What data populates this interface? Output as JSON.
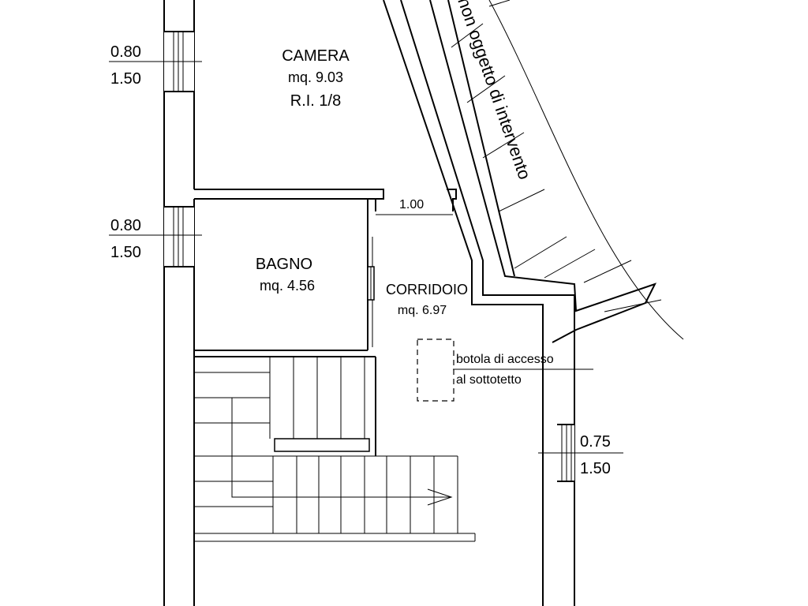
{
  "rooms": {
    "camera": {
      "name": "CAMERA",
      "area": "mq. 9.03",
      "ratio": "R.I. 1/8"
    },
    "bagno": {
      "name": "BAGNO",
      "area": "mq. 4.56"
    },
    "corridoio": {
      "name": "CORRIDOIO",
      "area": "mq. 6.97"
    }
  },
  "windows": {
    "w1": {
      "width": "0.80",
      "height": "1.50"
    },
    "w2": {
      "width": "0.80",
      "height": "1.50"
    },
    "w3": {
      "width": "0.75",
      "height": "1.50"
    }
  },
  "door_opening": "1.00",
  "hatch_note": {
    "line1": "botola di accesso",
    "line2": "al sottotetto"
  },
  "hatched_area_label": "non oggetto di intervento"
}
